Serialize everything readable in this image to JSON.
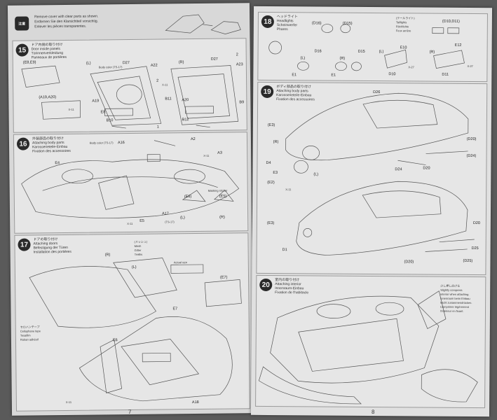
{
  "left_page": {
    "page_number": "7",
    "top_note": {
      "caution_badge": "注意",
      "lines": [
        "Remove cover with clear parts as shown.",
        "Entfernen Sie den Klarsichtteil vorsichtig.",
        "Enlever les pièces transparentes."
      ]
    },
    "step15": {
      "number": "15",
      "title_lines": [
        "ドア内側の取り付け",
        "Door inside panels",
        "Türinnenverkleidung",
        "Panneaux de portières"
      ],
      "labels": [
        "(L)",
        "(R)",
        "D27",
        "A22",
        "A23",
        "D27",
        "A19",
        "A20",
        "B11",
        "B9",
        "B10",
        "B12",
        "E8",
        "(A19,A20)",
        "(E8,E9)",
        "Body color (TS-17)",
        "X-11",
        "X-11",
        "2",
        "1",
        "2"
      ]
    },
    "step16": {
      "number": "16",
      "title_lines": [
        "外装部品の取り付け",
        "Attaching body parts",
        "Karosserieteile-Einbau",
        "Fixation des accessoires"
      ],
      "labels": [
        "Body color (TS-17)",
        "A16",
        "A2",
        "A3",
        "E4",
        "E5",
        "A17",
        "(L)",
        "(R)",
        "(E6)",
        "(E5)",
        "X-11",
        "(TS-17)",
        "Masking sticker",
        "X-11"
      ]
    },
    "step17": {
      "number": "17",
      "title_lines": [
        "ドアの取り付け",
        "Attaching doors",
        "Befestigung der Türen",
        "Installation des portières"
      ],
      "labels": [
        "(R)",
        "(L)",
        "E6",
        "E7",
        "(E7)",
        "A18",
        "X-11",
        "セロハンテープ",
        "Cellophane tape",
        "Tesafilm",
        "Ruban adhésif",
        "(メッシュ)",
        "Mesh",
        "Gitter",
        "Treillis",
        "Actual size"
      ]
    }
  },
  "right_page": {
    "page_number": "8",
    "step18": {
      "number": "18",
      "title_lines": [
        "ヘッドライト",
        "Headlights",
        "Scheinwerfer",
        "Phares"
      ],
      "labels": [
        "(D16)",
        "(D15)",
        "D16",
        "D15",
        "(L)",
        "(R)",
        "E1",
        "E1",
        "(テールライト)",
        "Taillights",
        "Rücklichte",
        "Feux arrière",
        "(D10,D11)",
        "E10",
        "E12",
        "D10",
        "D11",
        "(L)",
        "(R)",
        "X-27",
        "X-27"
      ]
    },
    "step19": {
      "number": "19",
      "title_lines": [
        "ボディ部品の取り付け",
        "Attaching body parts",
        "Karosserieteile-Einbau",
        "Fixation des accessoires"
      ],
      "labels": [
        "D26",
        "(E3)",
        "E3",
        "D4",
        "(L)",
        "(R)",
        "D24",
        "D20",
        "(D20)",
        "(D24)",
        "(E2)",
        "(E3)",
        "D20",
        "D1",
        "D25",
        "(D25)",
        "(D20)",
        "X-11"
      ]
    },
    "step20": {
      "number": "20",
      "title_lines": [
        "室内の取り付け",
        "Attaching interior",
        "Innenraum-Einbau",
        "Fixation de l'habitacle"
      ],
      "note_lines": [
        "少し押し広げる",
        "Slightly compress",
        "interior when attaching.",
        "Innenraum beim Einbau",
        "leicht zusammendrücken.",
        "Comprimer légèrement",
        "l'intérieur en fixant."
      ]
    }
  }
}
